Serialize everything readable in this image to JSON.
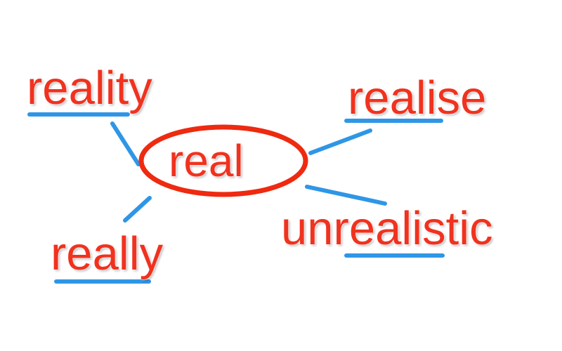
{
  "diagram": {
    "center_word": "real",
    "related_words": [
      "reality",
      "realise",
      "really",
      "unrealistic"
    ],
    "colors": {
      "word_text": "#f0321e",
      "center_ring": "#ee2a10",
      "connector_lines": "#2f96e6",
      "underline": "#2f96e6",
      "background": "#ffffff"
    }
  }
}
